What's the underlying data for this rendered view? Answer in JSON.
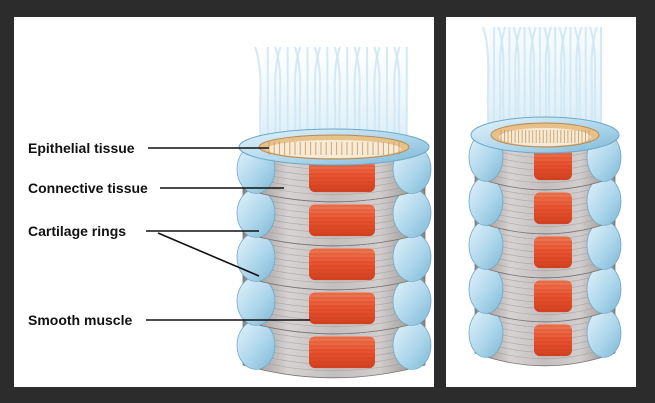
{
  "labels": {
    "epithelial": "Epithelial tissue",
    "connective": "Connective tissue",
    "cartilage": "Cartilage rings",
    "smooth_muscle": "Smooth muscle"
  },
  "colors": {
    "background": "#2c2c2c",
    "panel": "#ffffff",
    "cartilage": "#a9d4ea",
    "connective": "#bdb8b8",
    "muscle": "#e8522e",
    "epithelium": "#e7c08a",
    "line": "#111111"
  },
  "rings": {
    "left_count": 5,
    "right_count": 5
  }
}
